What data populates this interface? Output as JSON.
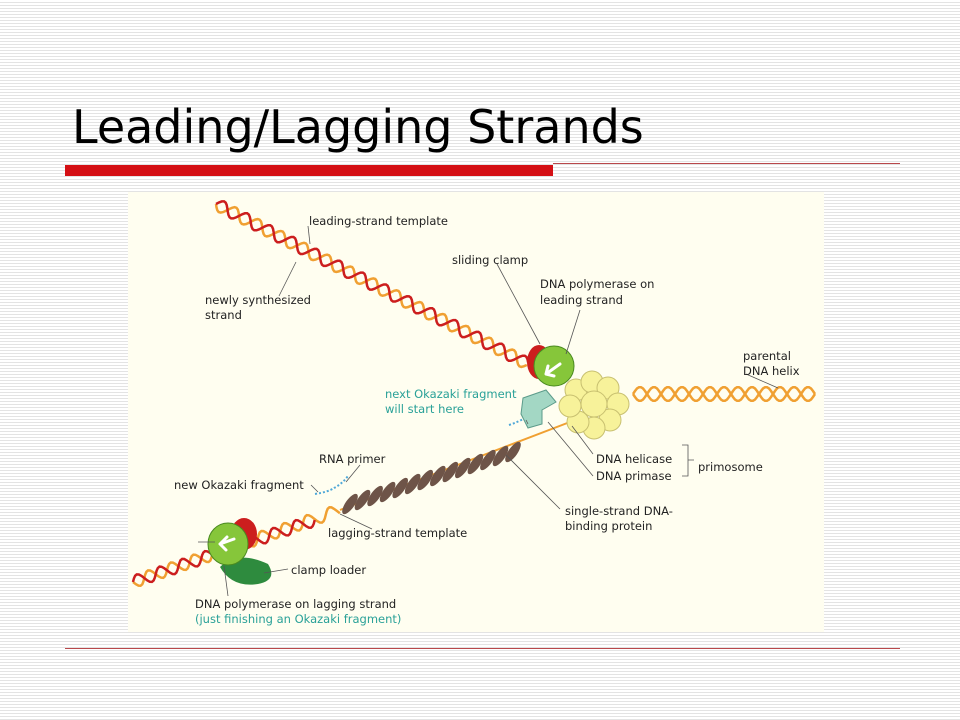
{
  "slide": {
    "title": "Leading/Lagging Strands"
  },
  "colors": {
    "title_rule": "#d40f14",
    "template_strand": "#f0a032",
    "new_strand": "#cc1e1e",
    "polymerase": "#86c63a",
    "helicase": "#f7f29a",
    "primase": "#a3d7c4",
    "ssb_protein": "#6e5448",
    "clamp_loader": "#2e8b3e",
    "rna_primer": "#4fa8d8",
    "label_highlight": "#2aa198"
  },
  "diagram": {
    "labels": {
      "leading_template": "leading-strand template",
      "sliding_clamp": "sliding clamp",
      "newly_line1": "newly synthesized",
      "newly_line2": "strand",
      "pol_lead_line1": "DNA polymerase on",
      "pol_lead_line2": "leading strand",
      "parental_line1": "parental",
      "parental_line2": "DNA helix",
      "okazaki_next_line1": "next Okazaki fragment",
      "okazaki_next_line2": "will start here",
      "rna_primer": "RNA primer",
      "new_okazaki": "new Okazaki fragment",
      "helicase": "DNA helicase",
      "primase": "DNA primase",
      "primosome": "primosome",
      "ssb_line1": "single-strand DNA-",
      "ssb_line2": "binding protein",
      "lagging_template": "lagging-strand template",
      "clamp_loader": "clamp loader",
      "pol_lag_line1": "DNA polymerase on lagging strand",
      "pol_lag_line2": "(just finishing an Okazaki fragment)"
    }
  }
}
